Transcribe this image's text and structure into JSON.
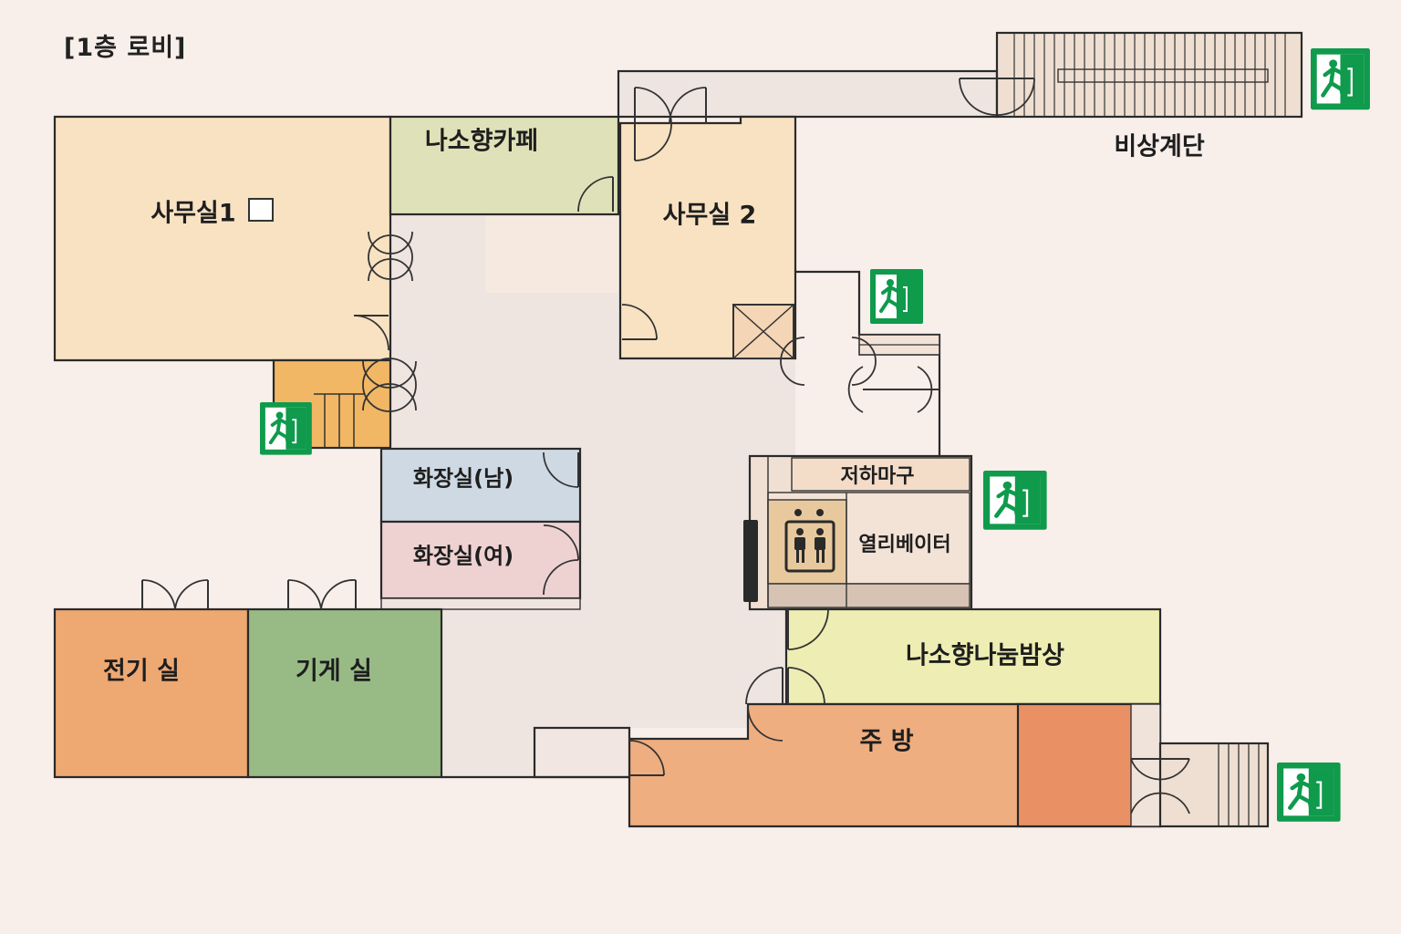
{
  "floor_title": "[1층 로비]",
  "rooms": {
    "office1": "사무실1",
    "cafe": "나소향카페",
    "office2": "사무실 2",
    "emergency_stairs": "비상계단",
    "toilet_men": "화장실(남)",
    "toilet_women": "화장실(여)",
    "electric_room": "전기 실",
    "machine_room": "기게 실",
    "loading": "저하마구",
    "elevator": "열리베이터",
    "dining": "나소향나눔밤상",
    "kitchen": "주 방"
  },
  "icons": {
    "exit": "emergency-exit-sign-icon",
    "elevator": "elevator-people-icon"
  },
  "colors": {
    "background": "#f8eeea",
    "corridor": "#eee4e0",
    "office": "#f8e2c2",
    "cafe": "#dfe2b9",
    "toilet_men": "#cfd9e3",
    "toilet_women": "#eed2d2",
    "electric": "#eea872",
    "machine": "#98bb86",
    "dining": "#eeedb3",
    "kitchen": "#efae80",
    "kitchen_dark": "#e99165",
    "stairs": "#eedfd2",
    "exit_green": "#0f9a4c"
  }
}
